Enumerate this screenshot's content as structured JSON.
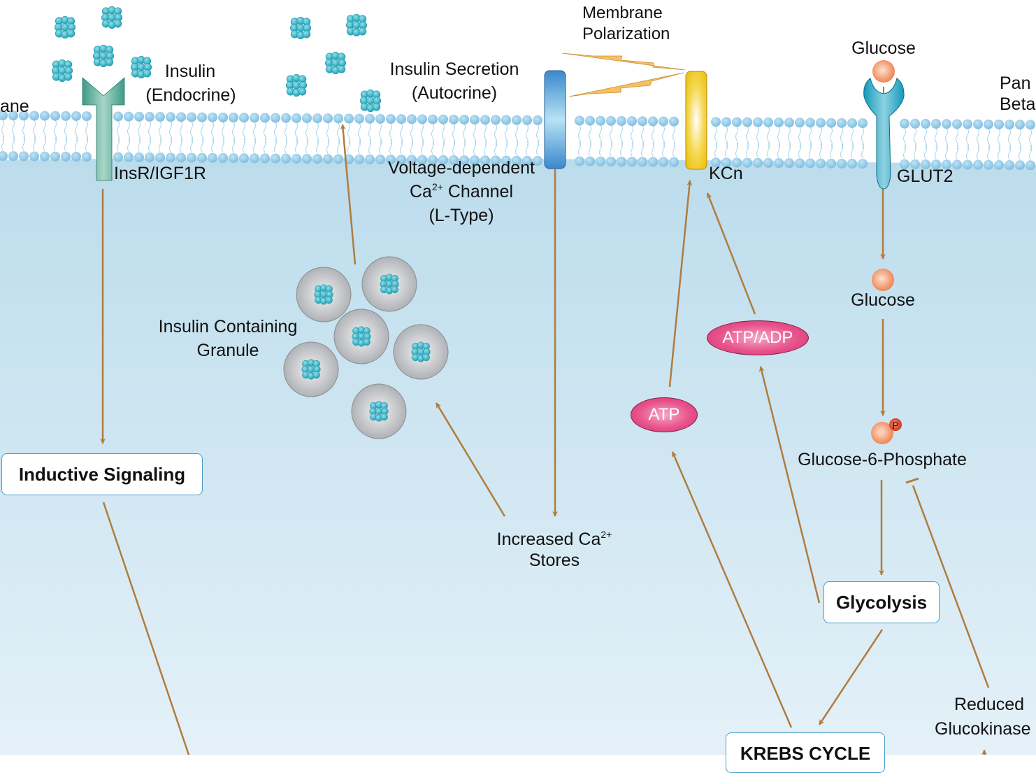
{
  "diagram": {
    "title_fragments": {
      "membrane_label_partial": "ane",
      "cell_label_partial_line1": "Pan",
      "cell_label_partial_line2": "Beta"
    },
    "colors": {
      "arrow": "#b07c3e",
      "membrane_head": "#8cc8e6",
      "cytoplasm_top": "#c2dfee",
      "cytoplasm_bottom": "#e2f0f8",
      "insulin": "#2ab0c4",
      "receptor": "#3fa08c",
      "ca_channel": "#3a8cd0",
      "k_channel": "#f0c820",
      "glut2": "#1aa0c0",
      "glucose": "#f28c5c",
      "atp_pill": "#e8538c",
      "lightning": "#f6c060",
      "box_border": "#4a9ccc"
    },
    "labels": {
      "insulin_endocrine_1": "Insulin",
      "insulin_endocrine_2": "(Endocrine)",
      "insr": "InsR/IGF1R",
      "insulin_secretion_1": "Insulin Secretion",
      "insulin_secretion_2": "(Autocrine)",
      "membrane_polarization_1": "Membrane",
      "membrane_polarization_2": "Polarization",
      "vdcc_1": "Voltage-dependent",
      "vdcc_2a": "Ca",
      "vdcc_2sup": "2+",
      "vdcc_2b": " Channel",
      "vdcc_3": "(L-Type)",
      "kcn": "KCn",
      "glucose_outside": "Glucose",
      "glut2": "GLUT2",
      "glucose_inside": "Glucose",
      "g6p": "Glucose-6-Phosphate",
      "phosphate": "P",
      "granule_1": "Insulin Containing",
      "granule_2": "Granule",
      "ca_stores_1a": "Increased Ca",
      "ca_stores_1sup": "2+",
      "ca_stores_2": "Stores",
      "reduced_gk_1": "Reduced",
      "reduced_gk_2": "Glucokinase"
    },
    "boxes": {
      "inductive_signaling": "Inductive Signaling",
      "glycolysis": "Glycolysis",
      "krebs_cycle": "KREBS CYCLE"
    },
    "metabolites": {
      "atp": "ATP",
      "atp_adp": "ATP/ADP"
    },
    "edges": [
      {
        "from": "InsR/IGF1R",
        "to": "Inductive Signaling",
        "type": "activation"
      },
      {
        "from": "Inductive Signaling",
        "to": "(off-screen)",
        "type": "line"
      },
      {
        "from": "Insulin Containing Granule",
        "to": "Insulin Secretion",
        "type": "activation"
      },
      {
        "from": "Voltage-dependent Ca2+ Channel",
        "to": "Increased Ca2+ Stores",
        "type": "activation"
      },
      {
        "from": "Increased Ca2+ Stores",
        "to": "Insulin Containing Granule",
        "type": "activation"
      },
      {
        "from": "ATP",
        "to": "KCn",
        "type": "activation"
      },
      {
        "from": "ATP/ADP",
        "to": "KCn",
        "type": "activation"
      },
      {
        "from": "KREBS CYCLE",
        "to": "ATP",
        "type": "activation"
      },
      {
        "from": "Glycolysis",
        "to": "ATP/ADP",
        "type": "activation"
      },
      {
        "from": "GLUT2",
        "to": "Glucose",
        "type": "activation"
      },
      {
        "from": "Glucose",
        "to": "Glucose-6-Phosphate",
        "type": "activation"
      },
      {
        "from": "Glucose-6-Phosphate",
        "to": "Glycolysis",
        "type": "activation"
      },
      {
        "from": "Glycolysis",
        "to": "KREBS CYCLE",
        "type": "activation"
      },
      {
        "from": "Reduced Glucokinase",
        "to": "Glucose-6-Phosphate",
        "type": "inhibition"
      },
      {
        "from": "KCn",
        "to": "Voltage-dependent Ca2+ Channel",
        "type": "membrane-polarization"
      }
    ]
  }
}
